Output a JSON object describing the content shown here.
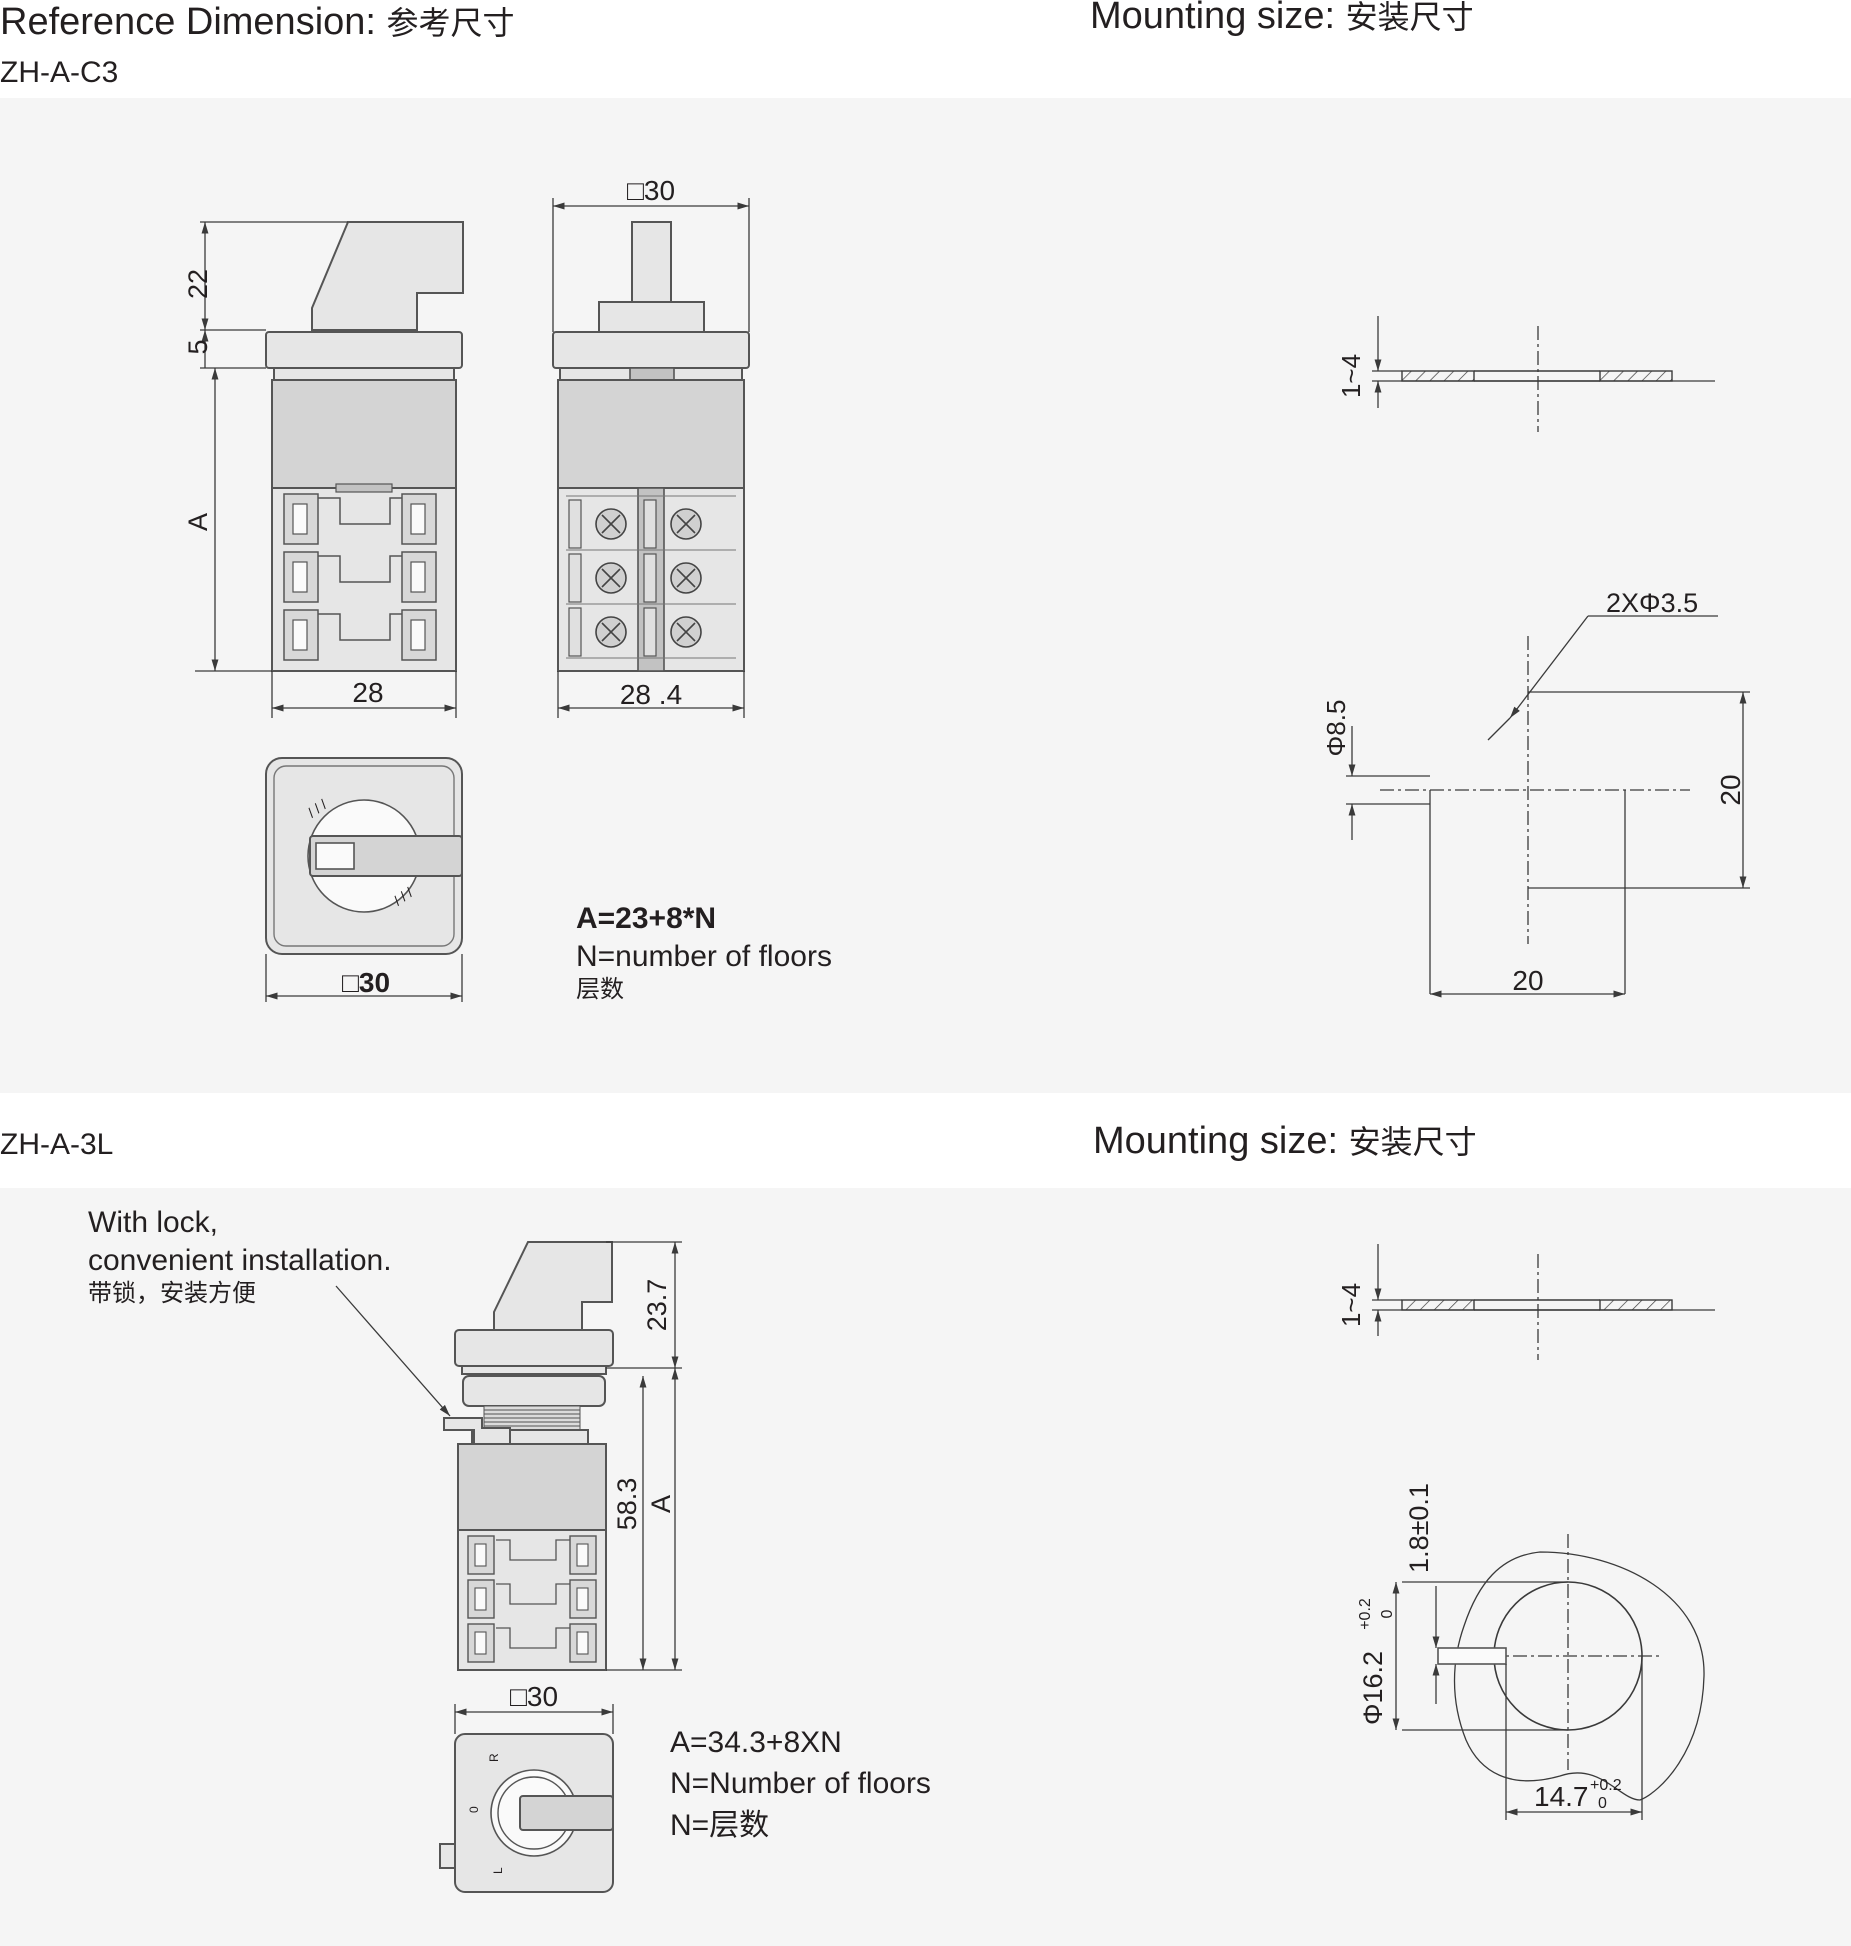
{
  "header": {
    "reference_title": "Reference Dimension:",
    "reference_title_cn": "参考尺寸",
    "mounting_title": "Mounting size:",
    "mounting_title_cn": "安装尺寸",
    "model_1": "ZH-A-C3",
    "model_2": "ZH-A-3L",
    "mounting_title_2": "Mounting size:",
    "mounting_title_2_cn": "安装尺寸"
  },
  "section1": {
    "dims": {
      "handle_height": "22",
      "collar_height": "5",
      "body_height": "A",
      "side_width": "28",
      "front_width": "28 .4",
      "front_top_square": "□30",
      "bottom_square": "□30"
    },
    "formula": "A=23+8*N",
    "note": "N=number of floors",
    "note_cn": "层数",
    "mounting": {
      "panel_thickness": "1~4",
      "hole_spec": "2XΦ3.5",
      "center_hole": "Φ8.5",
      "vertical_spacing": "20",
      "horizontal_spacing": "20"
    }
  },
  "section2": {
    "lock_note_1": "With lock,",
    "lock_note_2": "convenient installation.",
    "lock_note_cn": "带锁，安装方便",
    "dims": {
      "handle_height": "23.7",
      "body_height": "58.3",
      "variable_height": "A",
      "square": "□30"
    },
    "formula": "A=34.3+8XN",
    "note": "N=Number of floors",
    "note_cn": "N=层数",
    "mounting": {
      "panel_thickness": "1~4",
      "key_width": "1.8±0.1",
      "hole_diameter": "Φ16.2",
      "hole_tol_upper": "+0.2",
      "hole_tol_lower": "0",
      "flat_dimension": "14.7",
      "flat_tol_upper": "+0.2",
      "flat_tol_lower": "0"
    }
  }
}
